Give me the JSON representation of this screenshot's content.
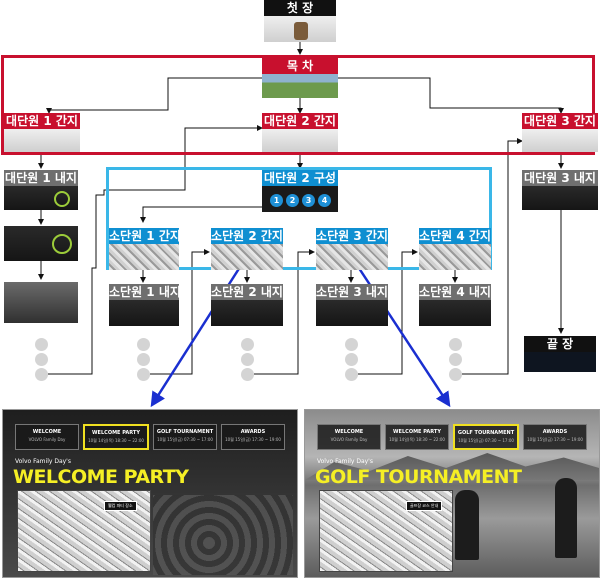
{
  "nodes": {
    "cover": "첫 장",
    "toc": "목 차",
    "unit1_divider": "대단원 1 간지",
    "unit2_divider": "대단원 2 간지",
    "unit3_divider": "대단원 3 간지",
    "unit1_content": "대단원 1 내지",
    "unit2_structure": "대단원 2 구성",
    "unit3_content": "대단원 3 내지",
    "sub1_divider": "소단원 1 간지",
    "sub2_divider": "소단원 2 간지",
    "sub3_divider": "소단원 3 간지",
    "sub4_divider": "소단원 4 간지",
    "sub1_content": "소단원 1 내지",
    "sub2_content": "소단원 2 내지",
    "sub3_content": "소단원 3 내지",
    "sub4_content": "소단원 4 내지",
    "end": "끝 장"
  },
  "structure_numbers": [
    "1",
    "2",
    "3",
    "4"
  ],
  "screens": {
    "left": {
      "tabs": [
        {
          "name": "WELCOME",
          "sub": "VOLVO Family Day"
        },
        {
          "name": "WELCOME PARTY",
          "sub": "10월 14일(목) 18:30 ~ 22:00"
        },
        {
          "name": "GOLF TOURNAMENT",
          "sub": "10월 15일(금) 07:30 ~ 17:00"
        },
        {
          "name": "AWARDS",
          "sub": "10월 15일(금) 17:30 ~ 19:00"
        }
      ],
      "pre_title": "Volvo Family Day's",
      "title": "WELCOME PARTY",
      "map_badge": "웰컴 파티 장소"
    },
    "right": {
      "tabs": [
        {
          "name": "WELCOME",
          "sub": "VOLVO Family Day"
        },
        {
          "name": "WELCOME PARTY",
          "sub": "10월 14일(목) 18:30 ~ 22:00"
        },
        {
          "name": "GOLF TOURNAMENT",
          "sub": "10월 15일(금) 07:30 ~ 17:00"
        },
        {
          "name": "AWARDS",
          "sub": "10월 15일(금) 17:30 ~ 19:00"
        }
      ],
      "pre_title": "Volvo Family Day's",
      "title": "GOLF TOURNAMENT",
      "map_badge": "골프장 코스 안내"
    }
  },
  "colors": {
    "red": "#c8102e",
    "blue": "#3ab7e8",
    "arrow_blue": "#1a2fd0"
  }
}
